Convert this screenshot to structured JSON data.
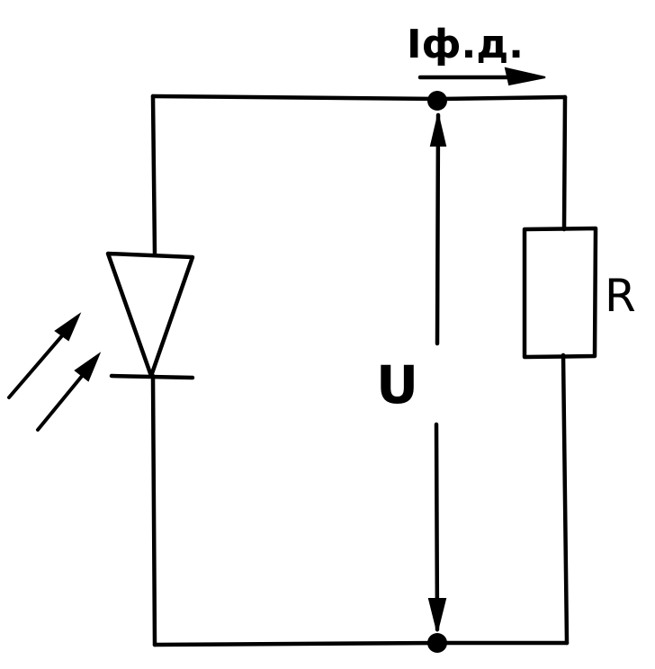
{
  "labels": {
    "current": "Iф.д.",
    "voltage": "U",
    "resistor": "R"
  },
  "components": [
    {
      "id": "photodiode",
      "type": "photodiode",
      "illumination_arrows": 2
    },
    {
      "id": "resistor",
      "type": "resistor",
      "label": "R"
    },
    {
      "id": "voltage-measurement",
      "type": "voltage",
      "label": "U"
    },
    {
      "id": "current-indicator",
      "type": "current",
      "label": "Iф.д."
    }
  ],
  "colors": {
    "ink": "#000000",
    "background": "#ffffff"
  }
}
